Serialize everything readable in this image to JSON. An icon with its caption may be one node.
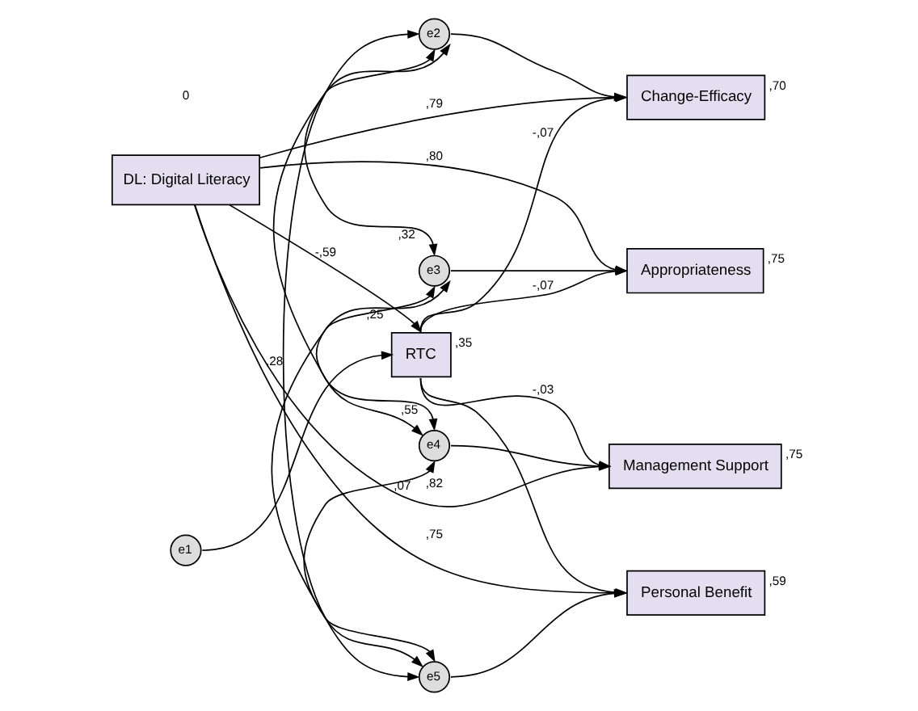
{
  "diagram": {
    "nodes": [
      {
        "text": [
          "e1"
        ]
      },
      {
        "text": [
          "RTC"
        ],
        "beside": [
          ",35"
        ]
      },
      {
        "text": [
          "e2"
        ]
      },
      {
        "text": [
          "Change-Efficacy"
        ],
        "beside": [
          ",70"
        ]
      },
      {
        "text": [
          "e3"
        ]
      },
      {
        "text": [
          "Appropriateness"
        ],
        "beside": [
          ",75"
        ]
      },
      {
        "text": [
          "e4"
        ]
      },
      {
        "text": [
          "Management Support"
        ],
        "beside": [
          ",75"
        ]
      },
      {
        "text": [
          "e5"
        ]
      },
      {
        "text": [
          "Personal Benefit"
        ],
        "beside": [
          ",59"
        ]
      },
      {
        "text": [
          "DL: Digital Literacy"
        ]
      }
    ],
    "edges": [
      {
        "from": 0,
        "to": 1,
        "arrow": "to"
      },
      {
        "from": 10,
        "to": 1,
        "arrow": "to",
        "label": "-,59"
      },
      {
        "from": 1,
        "to": 3,
        "arrow": "to",
        "label": "-,07"
      },
      {
        "from": 1,
        "to": 5,
        "arrow": "to",
        "label": "-,07"
      },
      {
        "from": 1,
        "to": 7,
        "arrow": "to",
        "label": "-,03"
      },
      {
        "from": 1,
        "to": 9,
        "arrow": "to"
      },
      {
        "from": 10,
        "to": 3,
        "arrow": "to",
        "label": ",79"
      },
      {
        "from": 10,
        "to": 5,
        "arrow": "to",
        "label": ",80"
      },
      {
        "from": 10,
        "to": 7,
        "arrow": "to",
        "label": ",82"
      },
      {
        "from": 10,
        "to": 9,
        "arrow": "to",
        "label": ",75"
      },
      {
        "from": 2,
        "to": 3,
        "arrow": "to"
      },
      {
        "from": 4,
        "to": 5,
        "arrow": "to"
      },
      {
        "from": 6,
        "to": 7,
        "arrow": "to"
      },
      {
        "from": 8,
        "to": 9,
        "arrow": "to"
      },
      {
        "from": 2,
        "to": 4,
        "arrow": "both",
        "label": ",32"
      },
      {
        "from": 2,
        "to": 6,
        "arrow": "both"
      },
      {
        "from": 2,
        "to": 8,
        "arrow": "both",
        "label": ",28"
      },
      {
        "from": 4,
        "to": 6,
        "arrow": "both",
        "label": ",55"
      },
      {
        "from": 4,
        "to": 8,
        "arrow": "both",
        "label": ",25"
      },
      {
        "from": 6,
        "to": 8,
        "arrow": "both",
        "label": ",07"
      }
    ],
    "labels": [
      "0"
    ]
  }
}
